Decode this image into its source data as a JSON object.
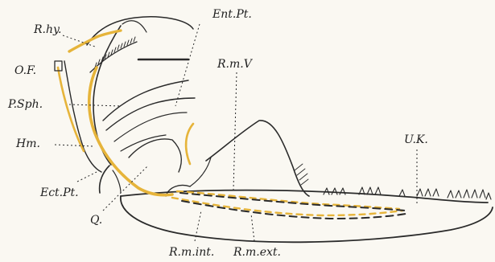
{
  "figure": {
    "colors": {
      "ink": "#2a2a2a",
      "nerve": "#e6b43a",
      "paper": "#faf8f2"
    },
    "labels": {
      "r_hy": "R.hy.",
      "o_f": "O.F.",
      "p_sph": "P.Sph.",
      "hm": "Hm.",
      "ect_pt": "Ect.Pt.",
      "q": "Q.",
      "ent_pt": "Ent.Pt.",
      "r_m_v": "R.m.V",
      "u_k": "U.K.",
      "r_m_int": "R.m.int.",
      "r_m_ext": "R.m.ext."
    }
  }
}
